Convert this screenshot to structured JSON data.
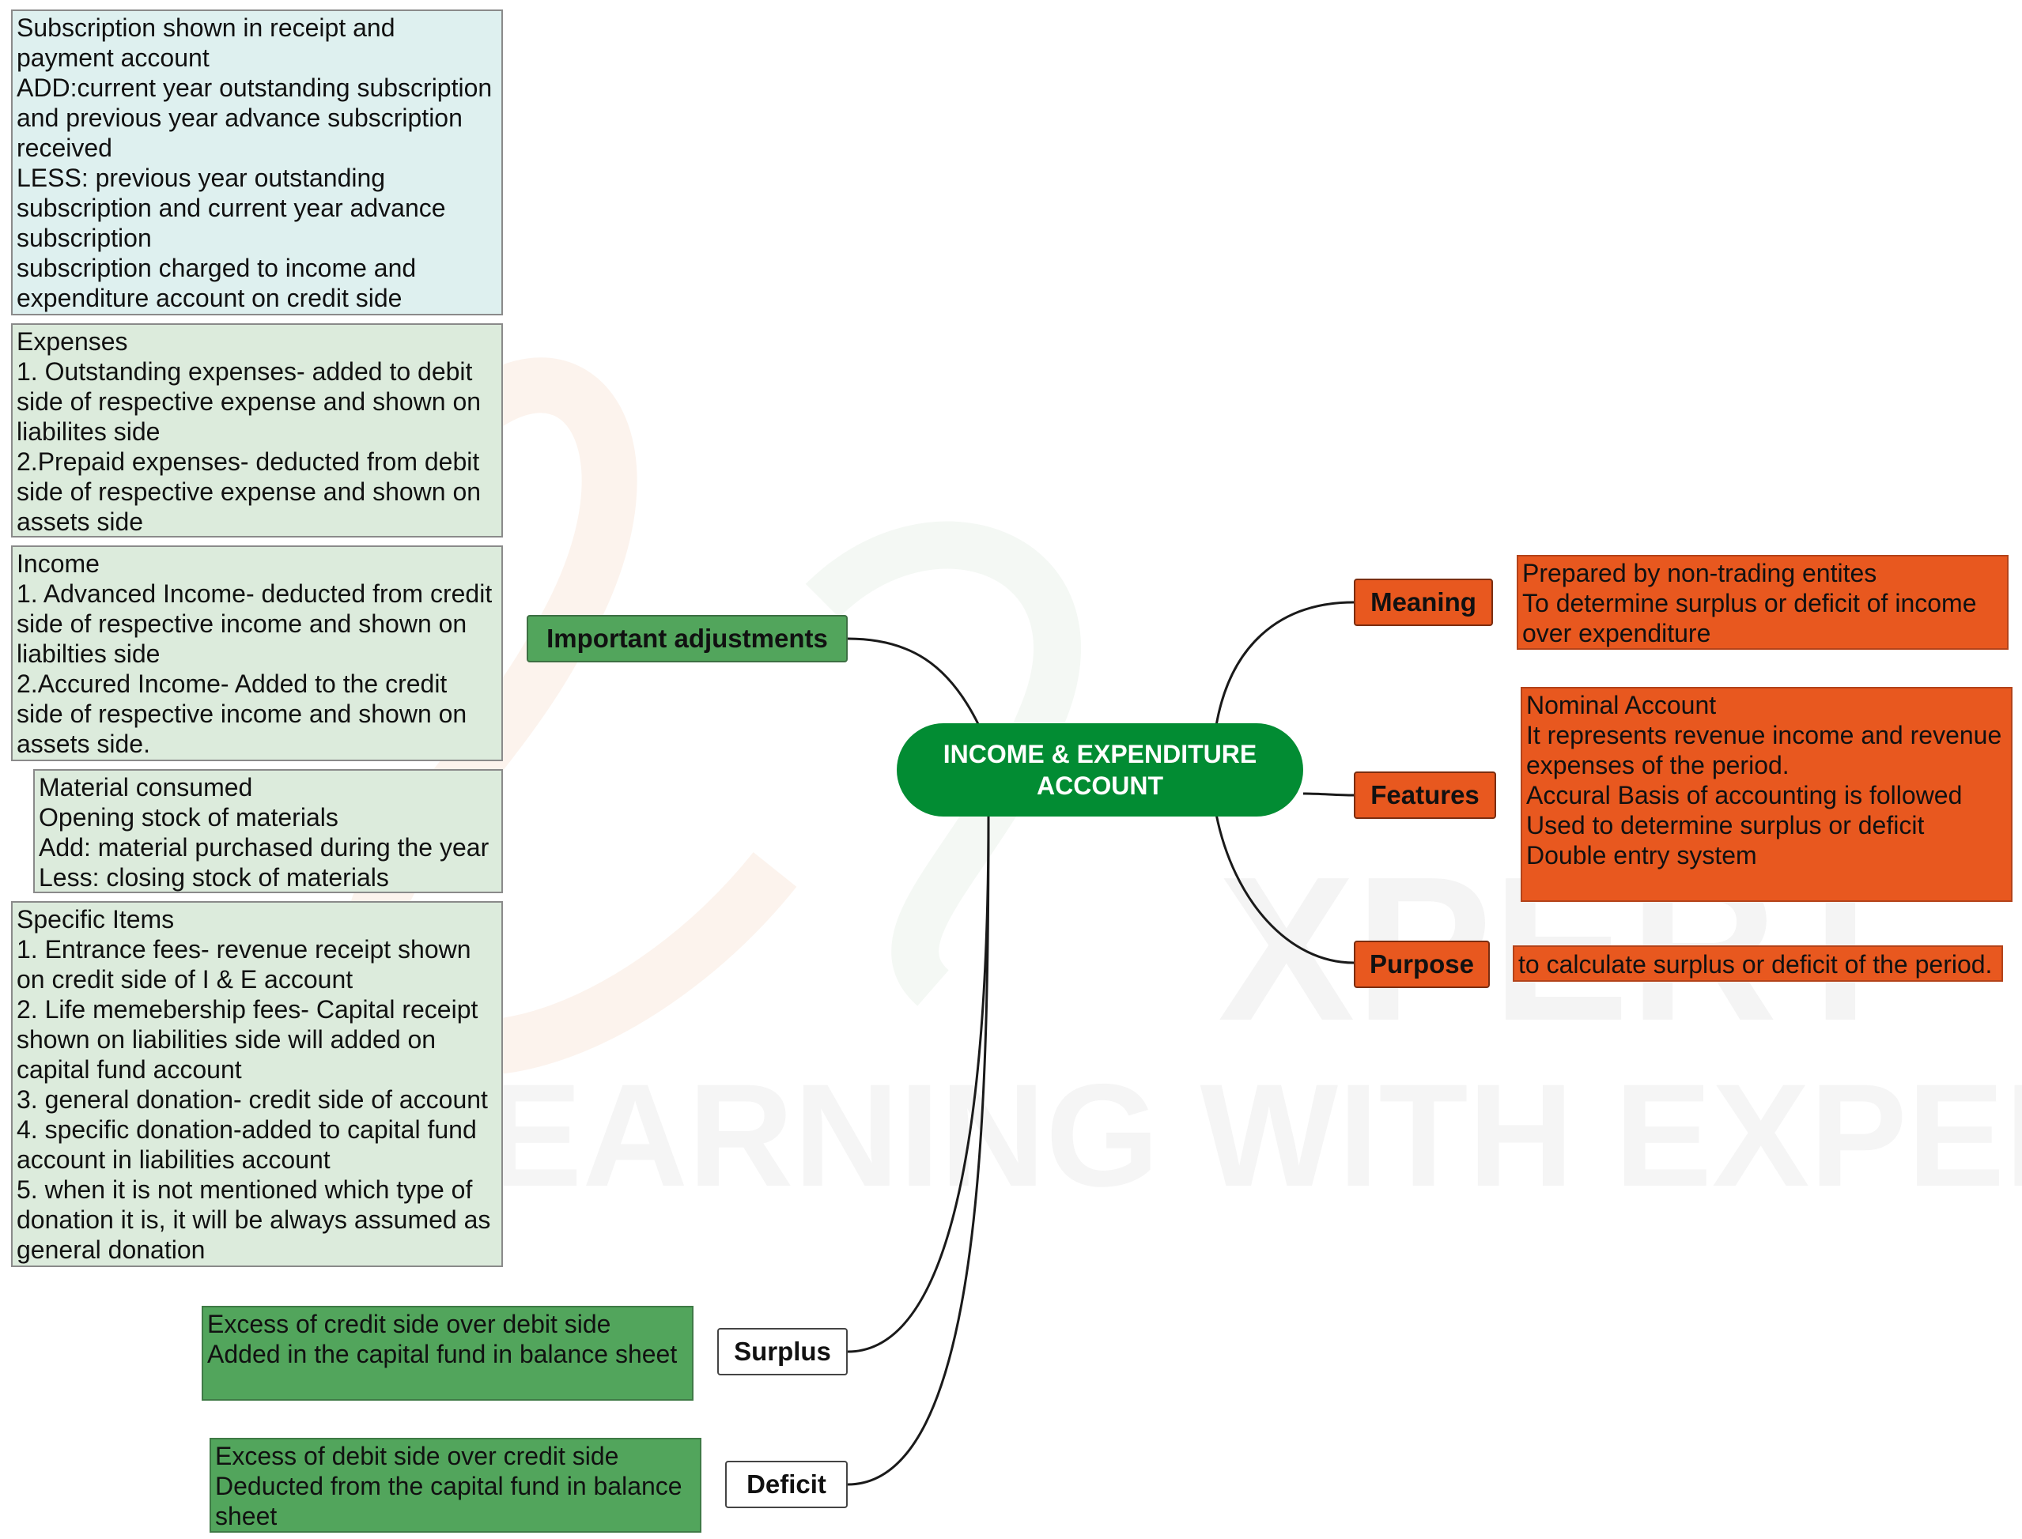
{
  "watermark": {
    "brand": "XPERT",
    "tagline": "LEARNING WITH EXPERTS"
  },
  "center": {
    "line1": "INCOME & EXPENDITURE",
    "line2": "ACCOUNT"
  },
  "branches": {
    "important_adjustments": "Important adjustments",
    "meaning": "Meaning",
    "features": "Features",
    "purpose": "Purpose",
    "surplus": "Surplus",
    "deficit": "Deficit"
  },
  "notes": {
    "subscription": "Subscription shown in receipt and\npayment account\nADD:current year outstanding subscription\nand previous year advance subscription\nreceived\nLESS: previous year outstanding\nsubscription and current year advance\nsubscription\nsubscription charged to income and\nexpenditure account on credit side",
    "expenses": "Expenses\n1. Outstanding expenses- added to debit\nside of respective expense and shown on\nliabilites side\n2.Prepaid expenses- deducted from debit\nside of respective expense and shown on\nassets side",
    "income": "Income\n1. Advanced Income- deducted from credit\nside of respective income and shown on\nliabilties side\n2.Accured Income- Added to the credit\nside of respective income and shown on\nassets side.",
    "material": "Material consumed\nOpening stock of materials\nAdd: material purchased during the year\nLess: closing stock of materials",
    "specific_items": "Specific Items\n1. Entrance fees- revenue receipt shown\non credit side of I & E account\n2. Life memebership fees- Capital receipt\nshown on liabilities side will added on\ncapital fund account\n3. general donation- credit side of account\n4. specific donation-added to capital fund\naccount in liabilities account\n5. when it is not mentioned which type of\ndonation it is, it will be always assumed as\ngeneral donation",
    "meaning": "Prepared by non-trading entites\nTo determine surplus or deficit of income\nover expenditure",
    "features": "Nominal Account\nIt represents revenue income and revenue\nexpenses of the period.\nAccural Basis of accounting is followed\nUsed to determine surplus or deficit\nDouble entry system",
    "purpose": "to calculate surplus or deficit of the period.",
    "surplus": "Excess of credit side over debit side\nAdded in the capital fund in balance sheet",
    "deficit": "Excess of debit side over credit side\nDeducted from the capital fund in balance\nsheet"
  },
  "colors": {
    "center": "#028c33",
    "green_node": "#52a55c",
    "orange_node": "#e8581f",
    "note_cyan": "#def0ef",
    "note_mint": "#dcebdc"
  }
}
